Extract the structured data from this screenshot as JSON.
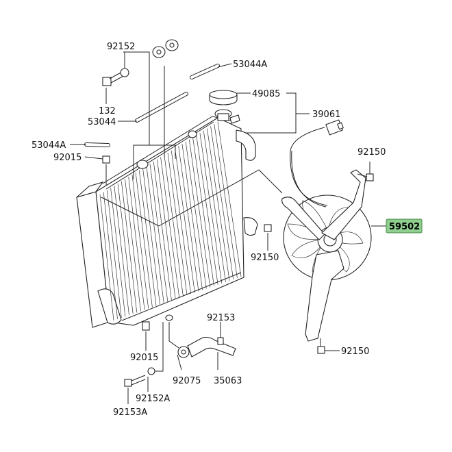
{
  "labels": {
    "p92152": "92152",
    "p53044A_top": "53044A",
    "p49085": "49085",
    "p39061": "39061",
    "p132": "132",
    "p53044": "53044",
    "p53044A_left": "53044A",
    "p92015_top": "92015",
    "p92150_top": "92150",
    "p59502": "59502",
    "p92150_mid": "92150",
    "p92153": "92153",
    "p92015_bottom": "92015",
    "p92075": "92075",
    "p35063": "35063",
    "p92152A": "92152A",
    "p92153A": "92153A",
    "p92150_bottom": "92150"
  },
  "colors": {
    "highlight": "#8fcf8f",
    "line": "#222222",
    "background": "#ffffff"
  }
}
